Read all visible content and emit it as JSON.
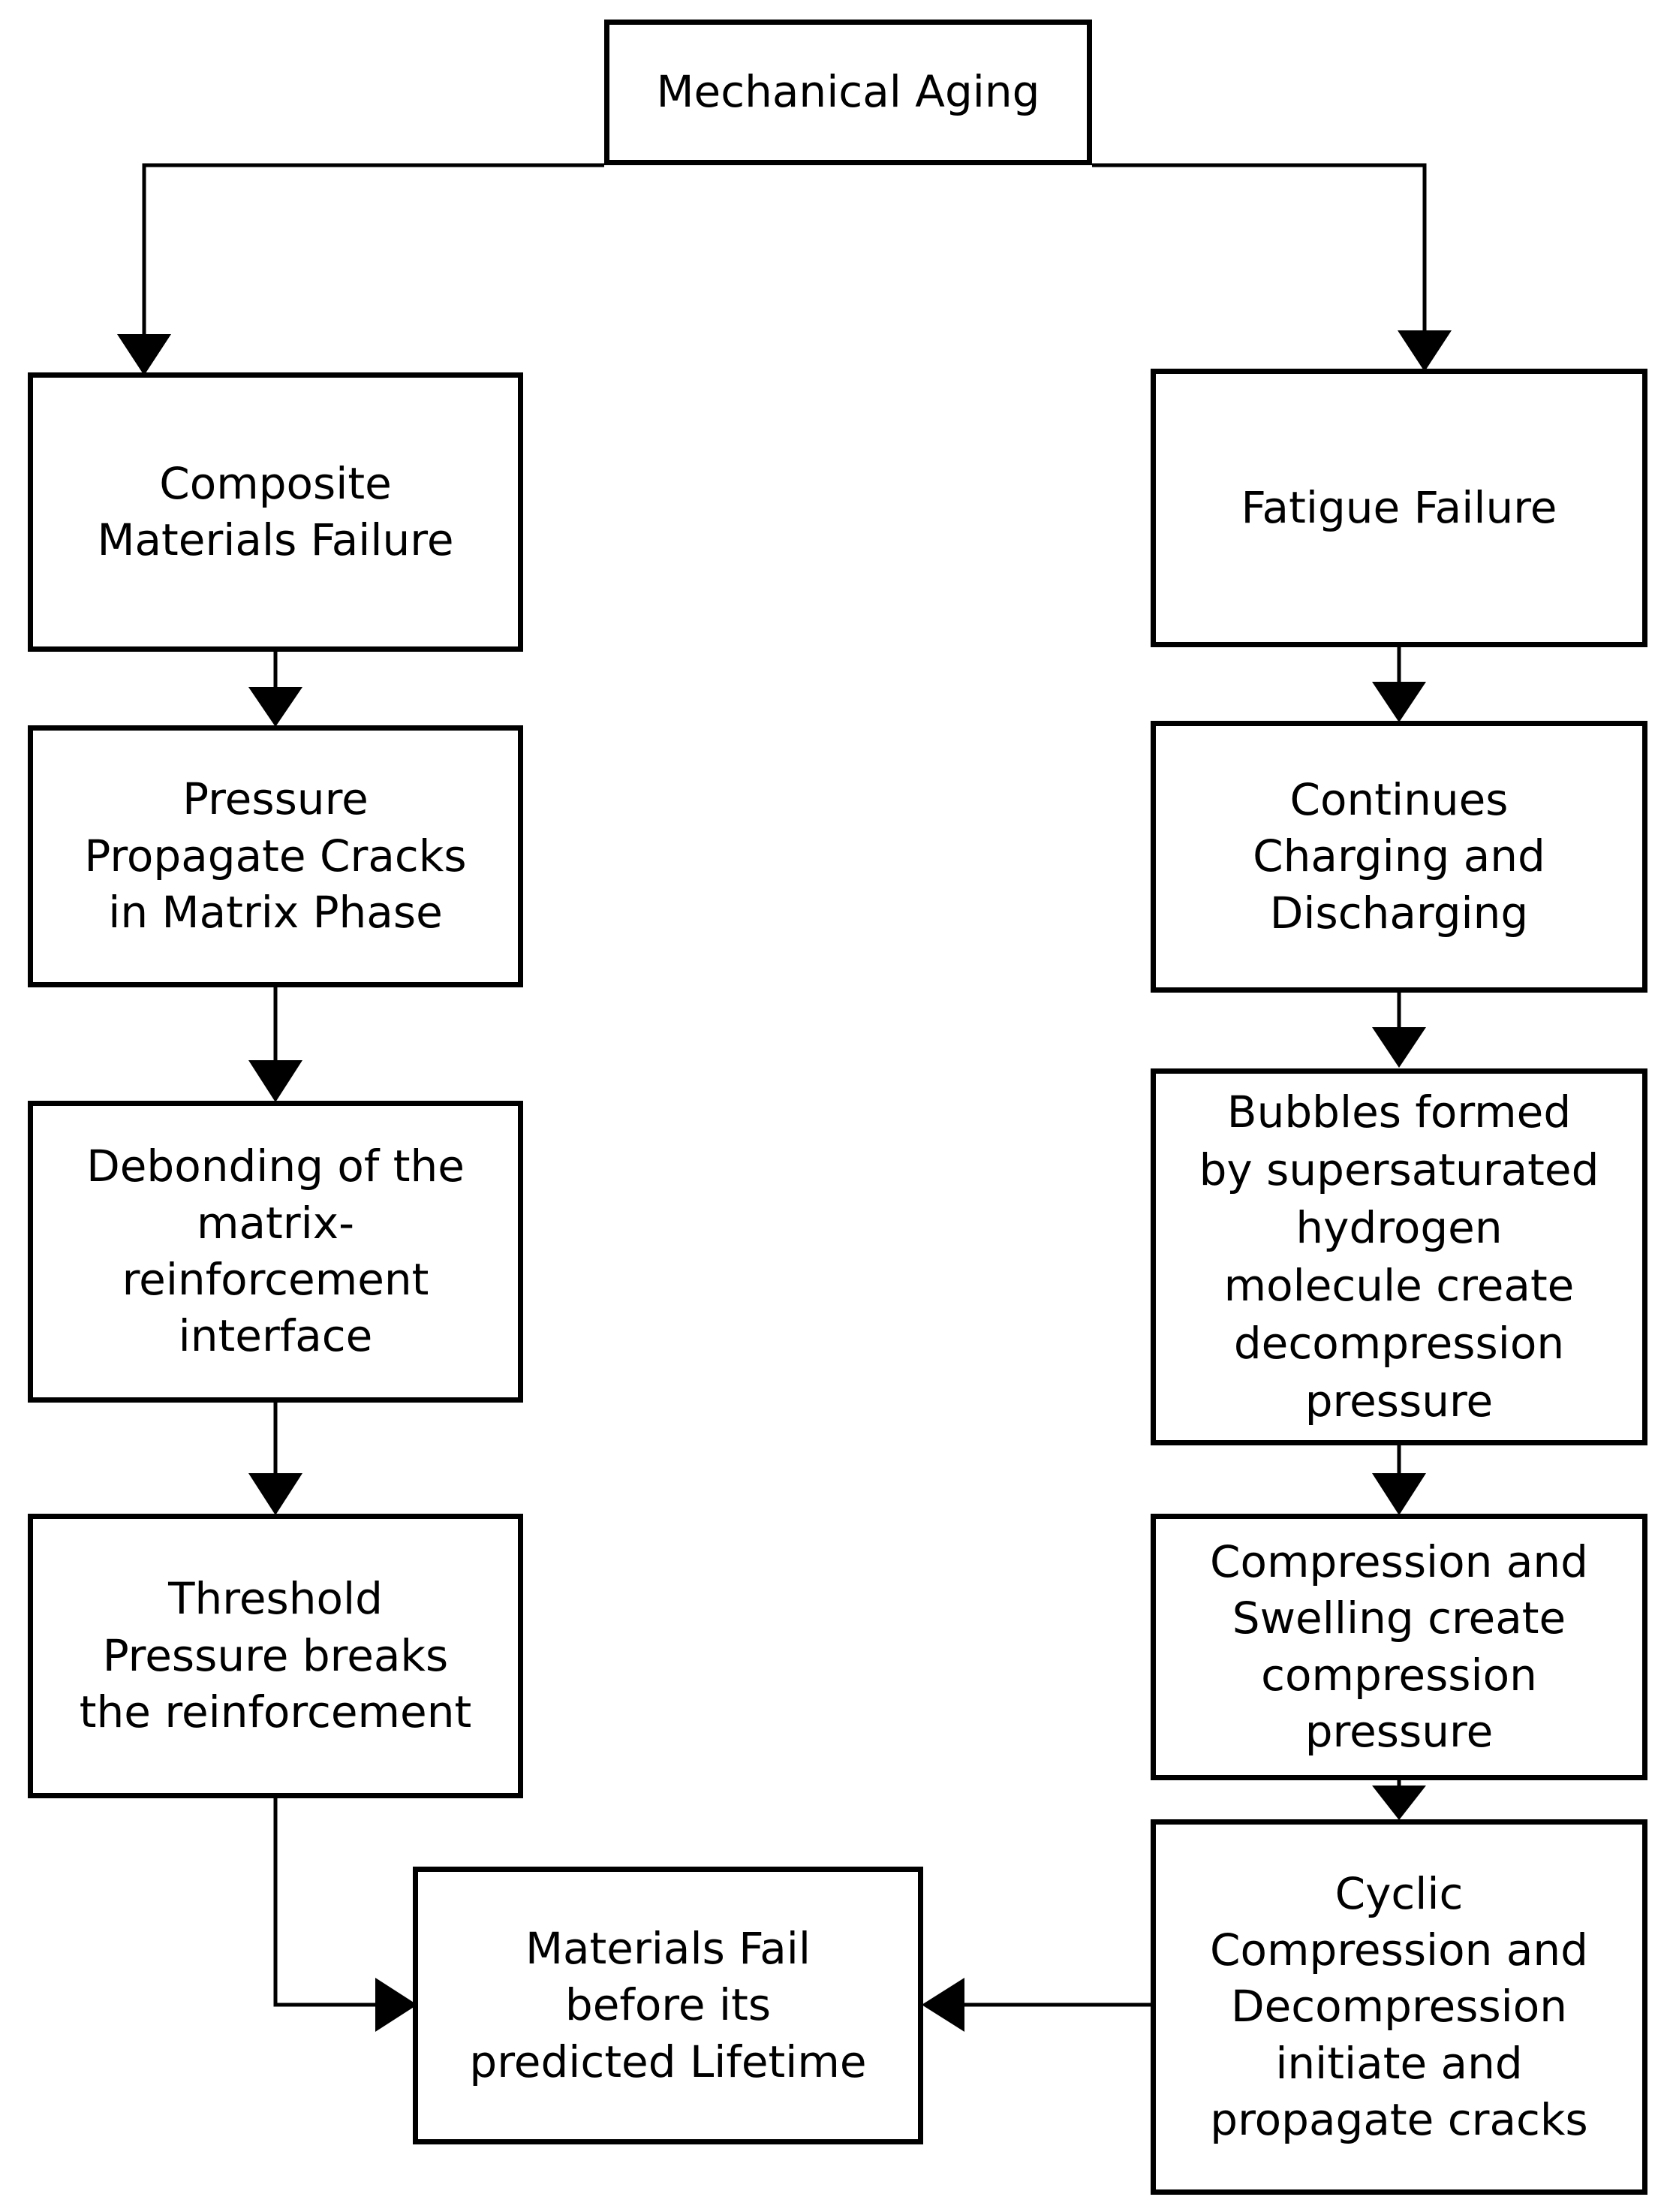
{
  "diagram": {
    "title_node": "Mechanical Aging",
    "type": "flowchart",
    "orientation": "top-down-two-branch",
    "stroke_color": "#000000",
    "fill_color": "#ffffff",
    "nodes": [
      {
        "id": "mechanical-aging",
        "label": "Mechanical Aging"
      },
      {
        "id": "composite-materials-failure",
        "label": "Composite\nMaterials Failure"
      },
      {
        "id": "pressure-propagate-cracks",
        "label": "Pressure\nPropagate Cracks\nin Matrix Phase"
      },
      {
        "id": "debonding-interface",
        "label": "Debonding of the\nmatrix-\nreinforcement\ninterface"
      },
      {
        "id": "threshold-pressure-breaks",
        "label": "Threshold\nPressure breaks\nthe reinforcement"
      },
      {
        "id": "fatigue-failure",
        "label": "Fatigue Failure"
      },
      {
        "id": "continues-charging-discharging",
        "label": "Continues\nCharging and\nDischarging"
      },
      {
        "id": "bubbles-decompression-pressure",
        "label": "Bubbles formed\nby supersaturated\nhydrogen\nmolecule create\ndecompression\npressure"
      },
      {
        "id": "compression-swelling",
        "label": "Compression and\nSwelling create\ncompression\npressure"
      },
      {
        "id": "cyclic-compression-decompression",
        "label": "Cyclic\nCompression and\nDecompression\ninitiate and\npropagate cracks"
      },
      {
        "id": "materials-fail-lifetime",
        "label": "Materials Fail\nbefore its\npredicted Lifetime"
      }
    ],
    "edges": [
      {
        "from": "mechanical-aging",
        "to": "composite-materials-failure",
        "style": "elbow-left"
      },
      {
        "from": "mechanical-aging",
        "to": "fatigue-failure",
        "style": "elbow-right"
      },
      {
        "from": "composite-materials-failure",
        "to": "pressure-propagate-cracks",
        "style": "straight-down"
      },
      {
        "from": "pressure-propagate-cracks",
        "to": "debonding-interface",
        "style": "straight-down"
      },
      {
        "from": "debonding-interface",
        "to": "threshold-pressure-breaks",
        "style": "straight-down"
      },
      {
        "from": "threshold-pressure-breaks",
        "to": "materials-fail-lifetime",
        "style": "elbow-down-right"
      },
      {
        "from": "fatigue-failure",
        "to": "continues-charging-discharging",
        "style": "straight-down"
      },
      {
        "from": "continues-charging-discharging",
        "to": "bubbles-decompression-pressure",
        "style": "straight-down"
      },
      {
        "from": "bubbles-decompression-pressure",
        "to": "compression-swelling",
        "style": "straight-down"
      },
      {
        "from": "compression-swelling",
        "to": "cyclic-compression-decompression",
        "style": "straight-down"
      },
      {
        "from": "cyclic-compression-decompression",
        "to": "materials-fail-lifetime",
        "style": "straight-left"
      }
    ]
  }
}
